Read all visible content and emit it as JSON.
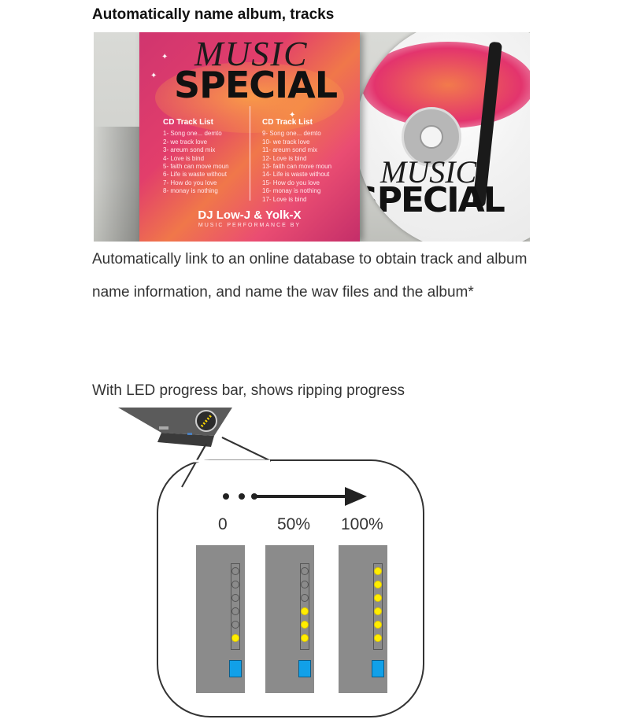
{
  "heading": "Automatically name album, tracks",
  "cd_cover": {
    "script_title": "MUSIC",
    "title": "SPECIAL",
    "tracklist_header_left": "CD Track List",
    "tracklist_header_right": "CD Track List",
    "tracks_left": [
      "1- Song one... demto",
      "2- we track love",
      "3- areum sond mix",
      "4- Love is bind",
      "5- faith can move moun",
      "6- Life is waste without",
      "7- How do you love",
      "8- monay is nothing"
    ],
    "tracks_right": [
      "9- Song one... demto",
      "10- we track love",
      "11- areum sond mix",
      "12- Love is bind",
      "13- faith can move moun",
      "14- Life is waste without",
      "15- How do you love",
      "16- monay is nothing",
      "17- Love is bind"
    ],
    "artist": "DJ Low-J & Yolk-X",
    "subtitle": "MUSIC PERFORMANCE BY"
  },
  "disc": {
    "script_title": "MUSIC",
    "title": "SPECIAL"
  },
  "paragraph1": "Automatically link to an online database to obtain track and album name information, and name the wav files and the album*",
  "paragraph2": "With LED progress bar, shows ripping progress",
  "progress": {
    "labels": [
      "0",
      "50%",
      "100%"
    ],
    "panels": [
      {
        "label": "0",
        "leds_on": 1,
        "leds_total": 6
      },
      {
        "label": "50%",
        "leds_on": 3,
        "leds_total": 6
      },
      {
        "label": "100%",
        "leds_on": 6,
        "leds_total": 6
      }
    ]
  },
  "colors": {
    "led_on": "#ffee00",
    "panel": "#8b8b8b",
    "status_light": "#11a0e8"
  }
}
